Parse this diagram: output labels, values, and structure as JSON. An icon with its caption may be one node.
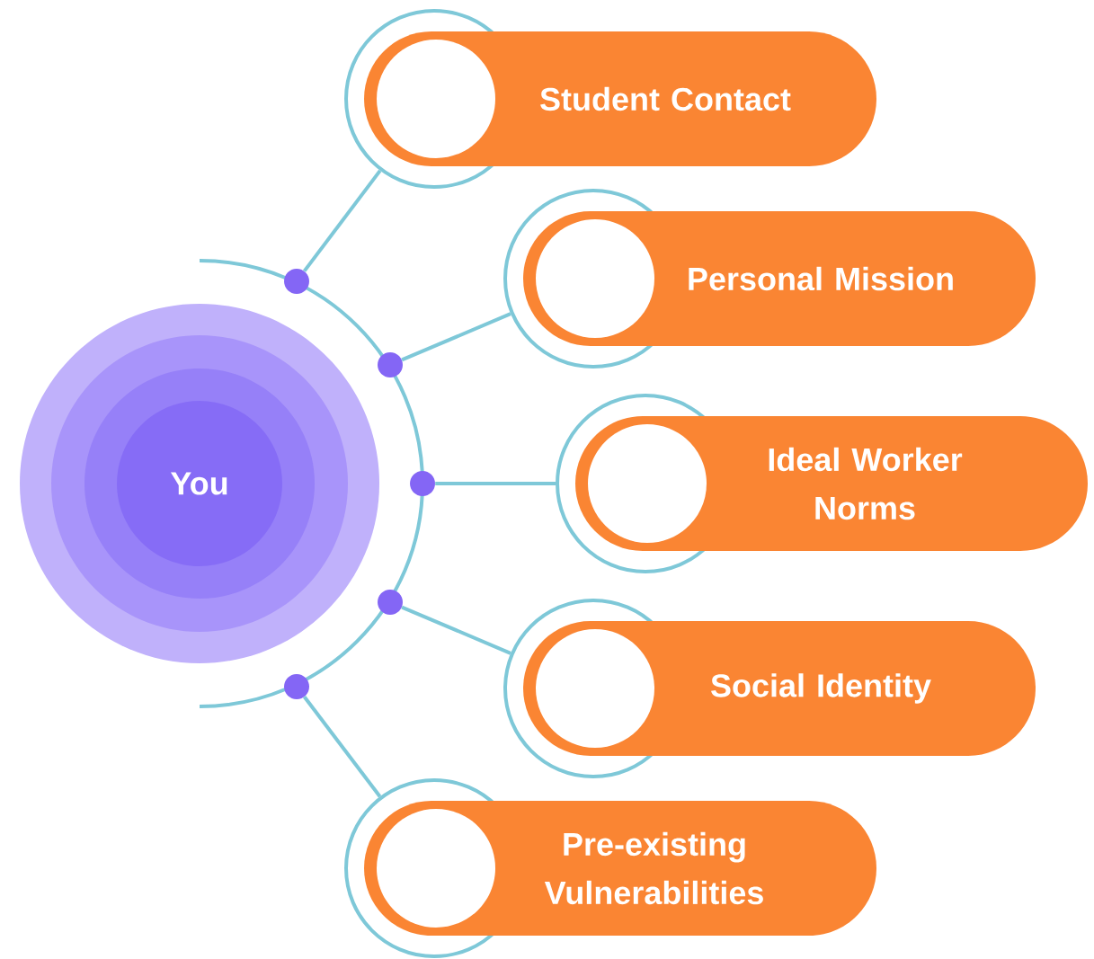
{
  "diagram": {
    "nodes": [
      {
        "text": [
          "You"
        ]
      },
      {
        "text": [],
        "shape": "circle"
      },
      {
        "text": [],
        "shape": "circle"
      },
      {
        "text": [],
        "shape": "circle"
      },
      {
        "text": [],
        "shape": "circle"
      },
      {
        "text": [],
        "shape": "circle"
      },
      {
        "text": [
          "Student Contact"
        ]
      },
      {
        "text": [
          "Personal Mission"
        ]
      },
      {
        "text": [
          "Ideal Worker Norms"
        ]
      },
      {
        "text": [
          "Social Identity"
        ]
      },
      {
        "text": [
          "Pre-existing Vulnerabilities"
        ]
      }
    ],
    "edges": [
      {
        "from": 1,
        "to": 6,
        "arrow": "none"
      },
      {
        "from": 2,
        "to": 7,
        "arrow": "none"
      },
      {
        "from": 3,
        "to": 8,
        "arrow": "none"
      },
      {
        "from": 4,
        "to": 9,
        "arrow": "none"
      },
      {
        "from": 5,
        "to": 10,
        "arrow": "none"
      }
    ]
  }
}
